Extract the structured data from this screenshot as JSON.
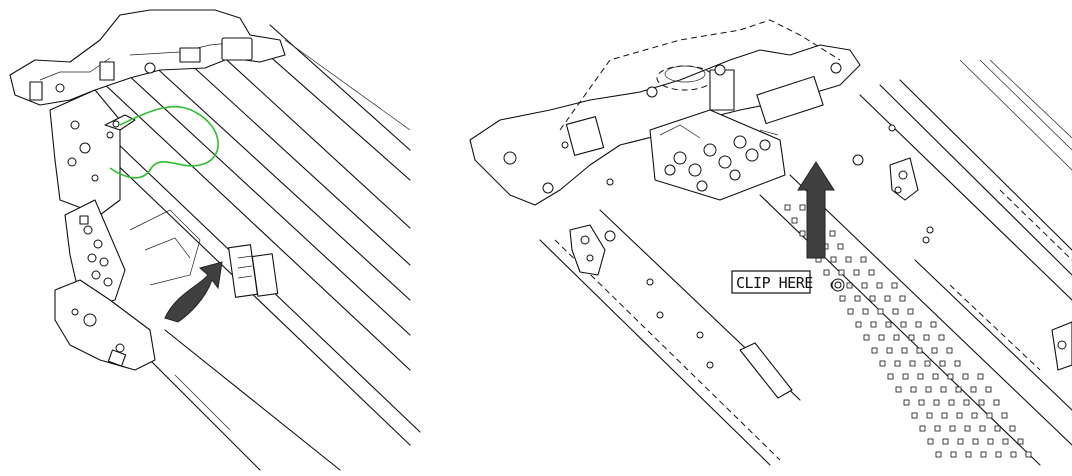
{
  "figure": {
    "left_panel": {
      "cable_color": "#2fbf2f",
      "arrow_color": "#404040",
      "arrow_direction": "curved-up-right"
    },
    "right_panel": {
      "callout_label": "CLIP HERE",
      "arrow_color": "#404040",
      "arrow_direction": "up"
    }
  }
}
